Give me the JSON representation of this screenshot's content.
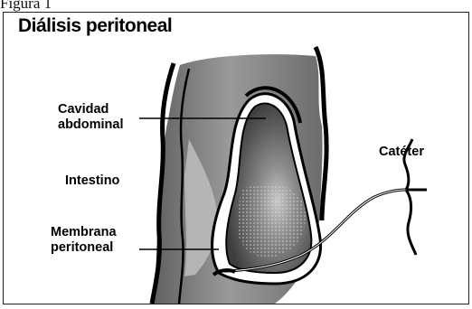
{
  "figure_caption": "Figura 1",
  "title": "Diálisis peritoneal",
  "labels": {
    "cavity_line1": "Cavidad",
    "cavity_line2": "abdominal",
    "intestine": "Intestino",
    "membrane_line1": "Membrana",
    "membrane_line2": "peritoneal",
    "catheter": "Catéter"
  },
  "colors": {
    "body_tissue": "#8a8a8a",
    "outline": "#000000",
    "membrane": "#ffffff",
    "cavity": "#5e5e5e"
  }
}
